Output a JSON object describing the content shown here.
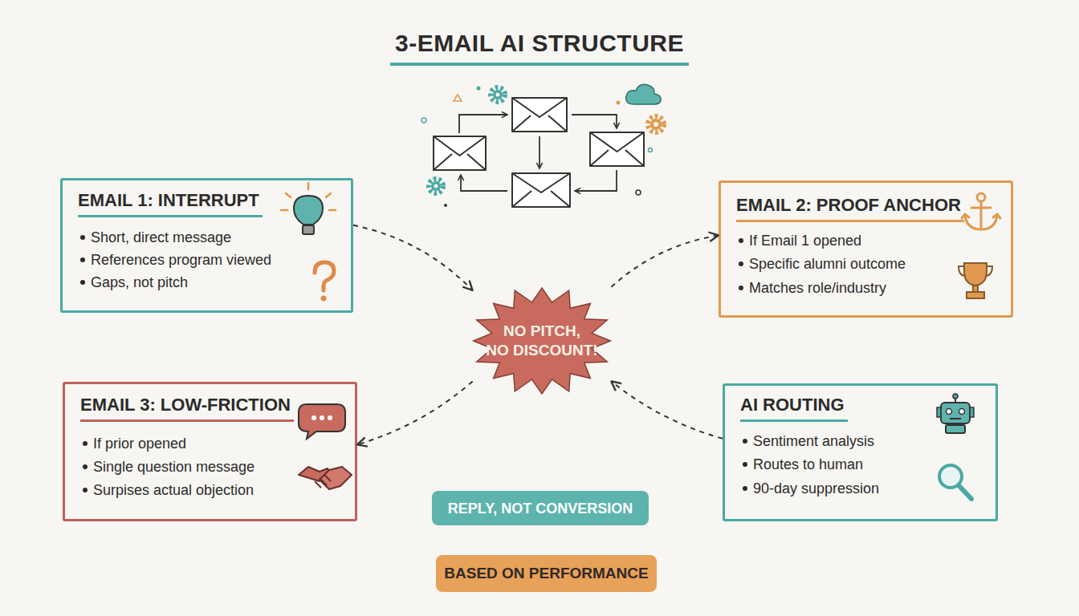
{
  "diagram": {
    "title": "3-EMAIL AI STRUCTURE",
    "nodes": [
      {
        "text": [
          "EMAIL 1: INTERRUPT",
          "Short, direct message",
          "References program viewed",
          "Gaps, not pitch"
        ]
      },
      {
        "text": [
          "EMAIL 2: PROOF ANCHOR",
          "If Email 1 opened",
          "Specific alumni outcome",
          "Matches role/industry"
        ]
      },
      {
        "text": [
          "NO PITCH, NO DISCOUNT!"
        ]
      },
      {
        "text": [
          "EMAIL 3: LOW-FRICTION",
          "If prior opened",
          "Single question message",
          "Surpises actual objection"
        ]
      },
      {
        "text": [
          "AI ROUTING",
          "Sentiment analysis",
          "Routes to human",
          "90-day suppression"
        ]
      },
      {
        "text": [
          "REPLY, NOT CONVERSION"
        ]
      },
      {
        "text": [
          "BASED ON PERFORMANCE"
        ]
      }
    ],
    "edges": [
      {
        "from": 0,
        "to": 2,
        "arrow": "to"
      },
      {
        "from": 2,
        "to": 1,
        "arrow": "to"
      },
      {
        "from": 2,
        "to": 3,
        "arrow": "to"
      },
      {
        "from": 4,
        "to": 2,
        "arrow": "to"
      }
    ]
  }
}
